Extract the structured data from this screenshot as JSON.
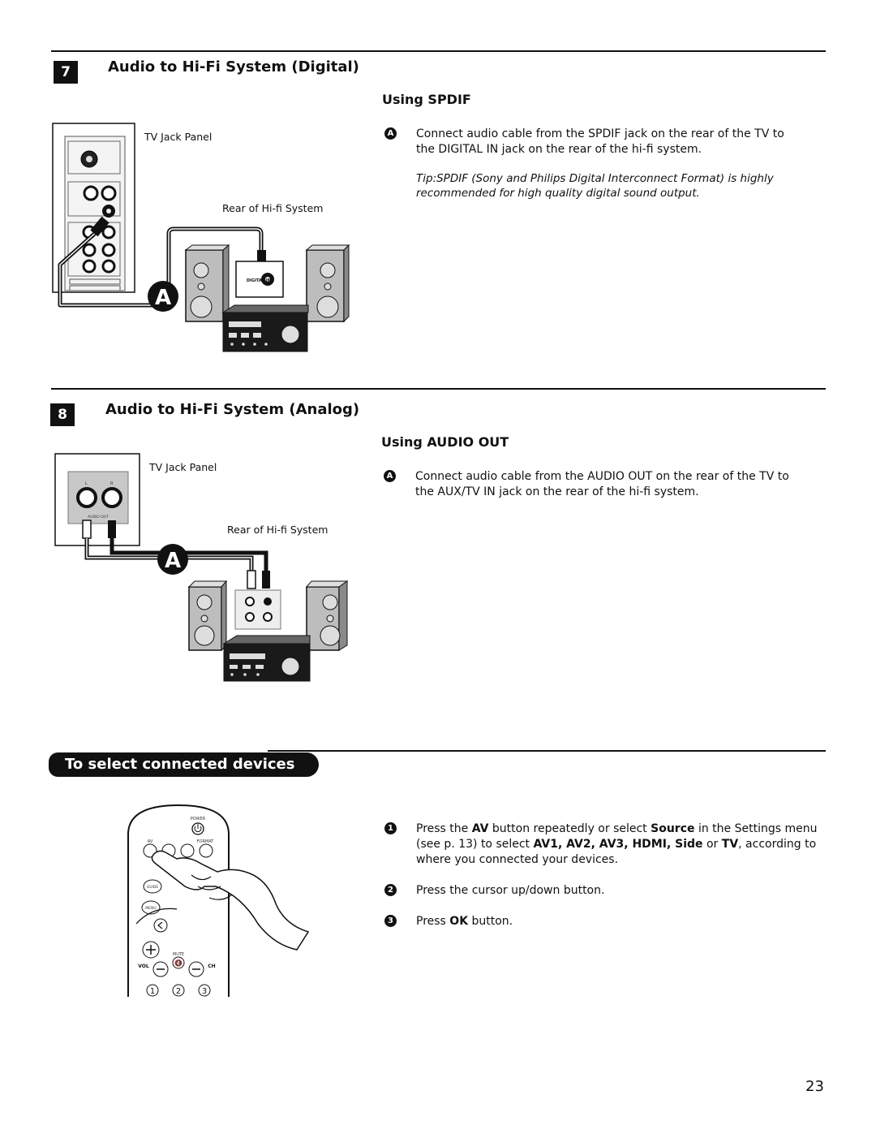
{
  "section7": {
    "number": "7",
    "title": "Audio to Hi-Fi System (Digital)",
    "subtitle": "Using SPDIF",
    "step_marker": "A",
    "step_text": "Connect audio cable from the SPDIF jack on the rear of the TV to the DIGITAL IN jack on the rear of  the hi-fi system.",
    "tip": "Tip:SPDIF (Sony and Philips Digital Interconnect Format) is highly recommended for high quality digital sound output.",
    "figure": {
      "tv_label": "TV Jack Panel",
      "hifi_label": "Rear of Hi-fi System",
      "callout": "A",
      "jack_label": "DIGITAL IN"
    }
  },
  "section8": {
    "number": "8",
    "title": "Audio to Hi-Fi System (Analog)",
    "subtitle": "Using AUDIO OUT",
    "step_marker": "A",
    "step_text": "Connect audio cable from the AUDIO OUT on the rear of the TV to the AUX/TV IN jack on the rear of  the hi-fi system.",
    "figure": {
      "tv_label": "TV Jack Panel",
      "hifi_label": "Rear of Hi-fi System",
      "callout": "A",
      "jack_l": "L",
      "jack_r": "R",
      "audio_out": "AUDIO OUT"
    }
  },
  "select_devices": {
    "banner": "To select connected devices",
    "steps": [
      {
        "marker": "1",
        "parts": {
          "p1": "Press the ",
          "b1": "AV",
          "p2": " button repeatedly or select ",
          "b2": "Source",
          "p3": " in the Settings menu (see p. 13) to select ",
          "b3": "AV1, AV2, AV3, HDMI, Side",
          "p4": " or ",
          "b4": "TV",
          "p5": ", according to where you connected your devices."
        }
      },
      {
        "marker": "2",
        "text": "Press the cursor up/down button."
      },
      {
        "marker": "3",
        "parts": {
          "p1": "Press ",
          "b1": "OK",
          "p2": " button."
        }
      }
    ],
    "remote": {
      "power": "POWER",
      "av": "AV",
      "format": "FORMAT",
      "guide": "GUIDE",
      "menu": "MENU",
      "mute": "MUTE",
      "vol": "VOL",
      "ch": "CH",
      "digits": [
        "1",
        "2",
        "3"
      ]
    }
  },
  "page_number": "23"
}
